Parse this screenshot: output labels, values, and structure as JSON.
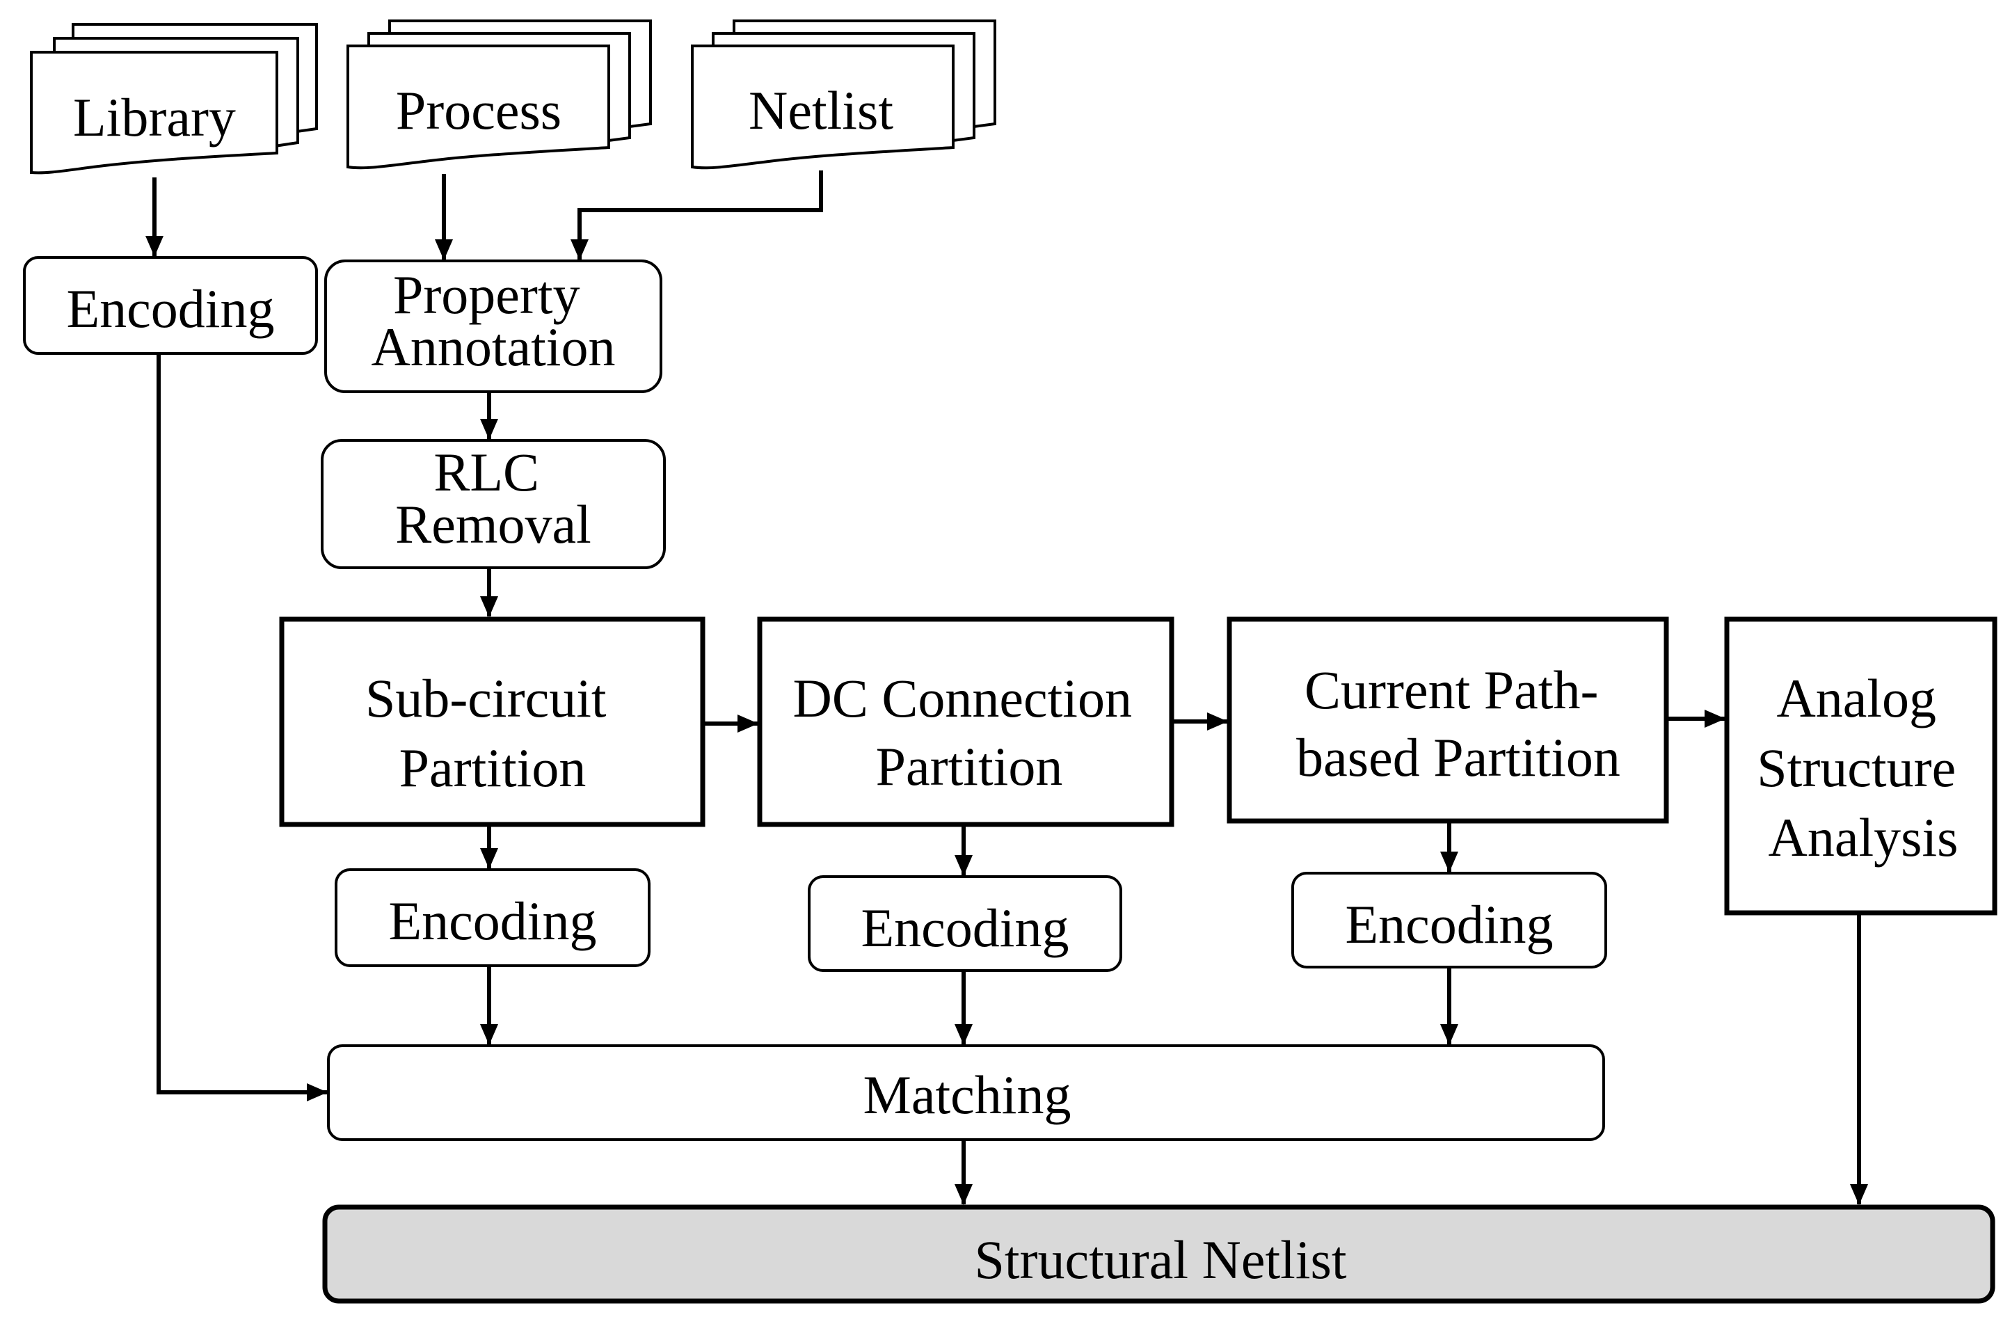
{
  "diagram": {
    "inputs": {
      "library": "Library",
      "process": "Process",
      "netlist": "Netlist"
    },
    "steps": {
      "encoding_library": "Encoding",
      "property_annotation": [
        "Property",
        "Annotation"
      ],
      "rlc_removal": [
        "RLC",
        "Removal"
      ],
      "subcircuit_partition": [
        "Sub-circuit",
        "Partition"
      ],
      "dc_connection_partition": [
        "DC Connection",
        "Partition"
      ],
      "current_path_partition": [
        "Current Path-",
        "based Partition"
      ],
      "analog_structure_analysis": [
        "Analog",
        "Structure",
        "Analysis"
      ],
      "encoding_subcircuit": "Encoding",
      "encoding_dc": "Encoding",
      "encoding_current": "Encoding",
      "matching": "Matching"
    },
    "output": "Structural Netlist",
    "colors": {
      "stroke": "#000000",
      "box_fill": "#ffffff",
      "output_fill": "#d9d9d9"
    }
  }
}
